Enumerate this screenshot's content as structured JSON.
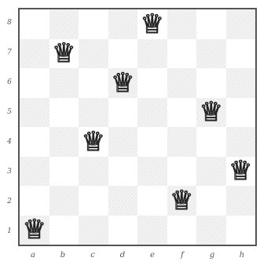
{
  "board": {
    "files": [
      "a",
      "b",
      "c",
      "d",
      "e",
      "f",
      "g",
      "h"
    ],
    "ranks": [
      "8",
      "7",
      "6",
      "5",
      "4",
      "3",
      "2",
      "1"
    ],
    "queens": [
      "e8",
      "b7",
      "d6",
      "g5",
      "c4",
      "h3",
      "f2",
      "a1"
    ],
    "piece_symbol": "♕",
    "colors": {
      "light_square": "#ffffff",
      "dark_square": "#ececec",
      "border": "#555555",
      "piece_outline": "#222222"
    }
  }
}
